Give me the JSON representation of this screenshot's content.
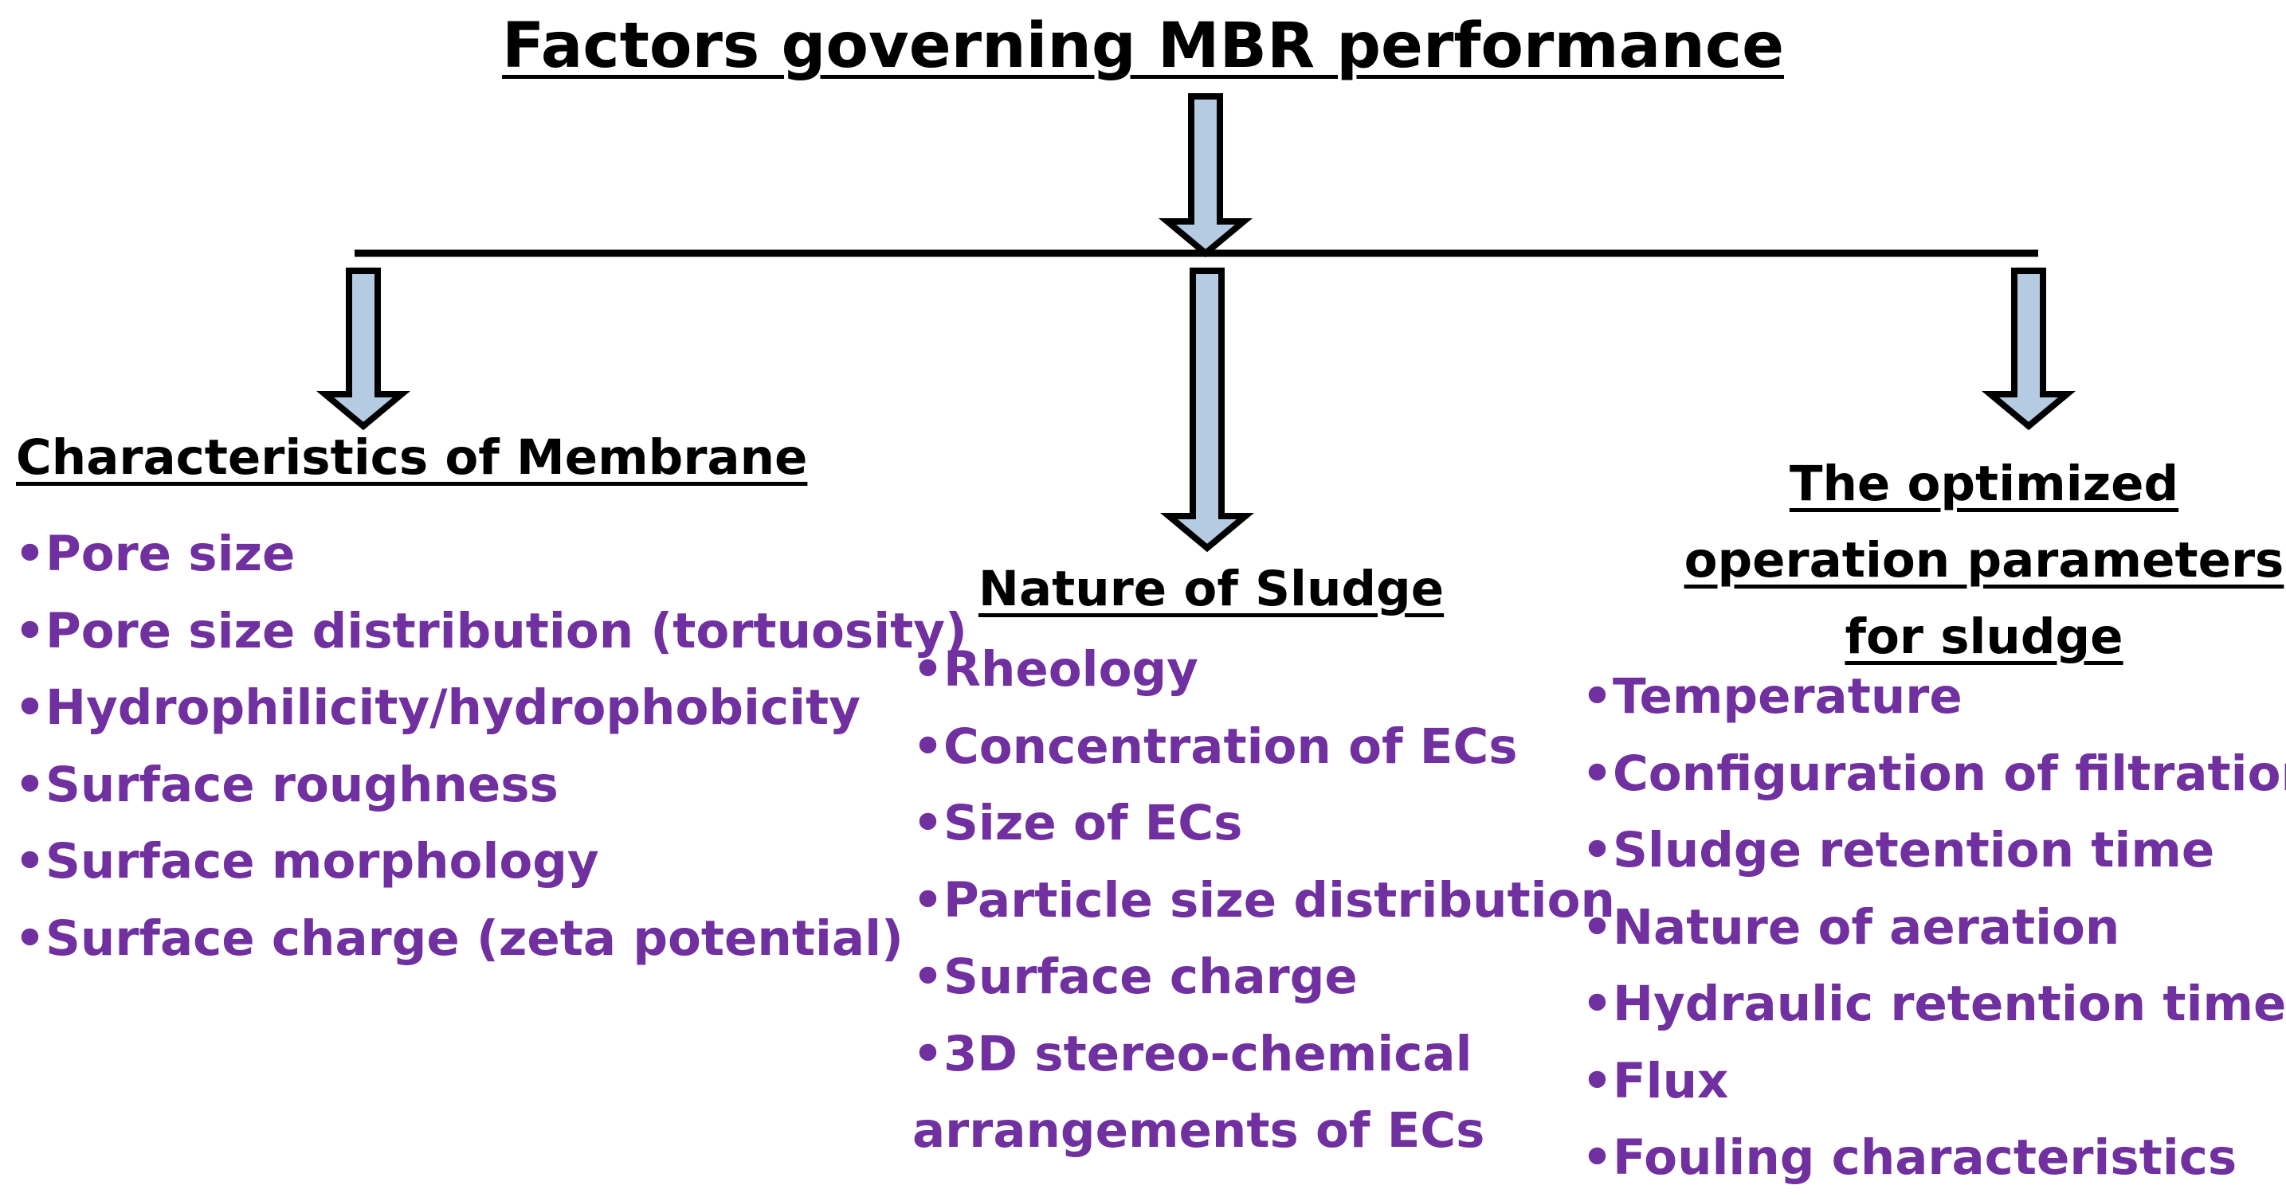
{
  "diagram": {
    "title": "Factors governing MBR performance",
    "colors": {
      "heading_text": "#000000",
      "item_text": "#7030a0",
      "arrow_fill": "#b4cbe2",
      "arrow_stroke": "#000000",
      "connector_line": "#000000"
    },
    "branches": [
      {
        "heading": "Characteristics of Membrane",
        "items": [
          "•Pore size",
          "•Pore size distribution (tortuosity)",
          "•Hydrophilicity/hydrophobicity",
          "•Surface roughness",
          "•Surface morphology",
          "•Surface charge  (zeta potential)"
        ]
      },
      {
        "heading": "Nature of Sludge",
        "items": [
          "•Rheology",
          "•Concentration of ECs",
          "•Size of ECs",
          "•Particle size distribution",
          "•Surface charge",
          "•3D  stereo-chemical arrangements of ECs"
        ]
      },
      {
        "heading": "The optimized operation parameters for sludge",
        "items": [
          "•Temperature",
          "•Configuration of filtration",
          "•Sludge retention time",
          "•Nature of aeration",
          "•Hydraulic retention time",
          "•Flux",
          "•Fouling characteristics"
        ]
      }
    ]
  }
}
